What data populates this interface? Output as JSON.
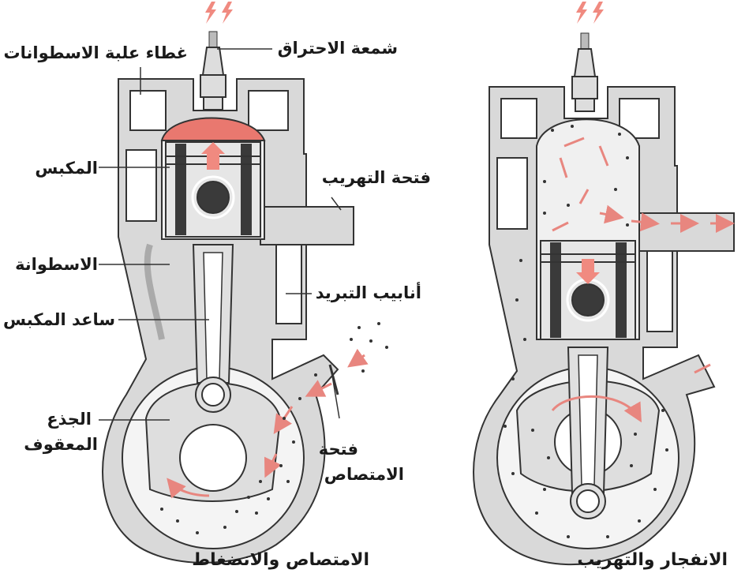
{
  "labels": {
    "spark_plug": "شمعة الاحتراق",
    "cylinder_head": "غطاء علبة الاسطوانات",
    "piston": "المكبس",
    "exhaust_port": "فتحة التهريب",
    "cylinder": "الاسطوانة",
    "cooling_fins": "أنابيب التبريد",
    "connecting_rod": "ساعد المكبس",
    "crankcase_line1": "الجذع",
    "crankcase_line2": "المعقوف",
    "intake_port_line1": "فتحة",
    "intake_port_line2": "الامتصاص"
  },
  "captions": {
    "left": "الامتصاص والانضغاط",
    "right": "الانفجار والتهريب"
  },
  "colors": {
    "body": "#d9d9d9",
    "outline": "#333333",
    "accent": "#e8867f",
    "chamber": "#e9786f",
    "dark": "#3a3a3a",
    "text": "#1a1a1a"
  },
  "icons": {
    "spark": "lightning-bolt-icon"
  }
}
